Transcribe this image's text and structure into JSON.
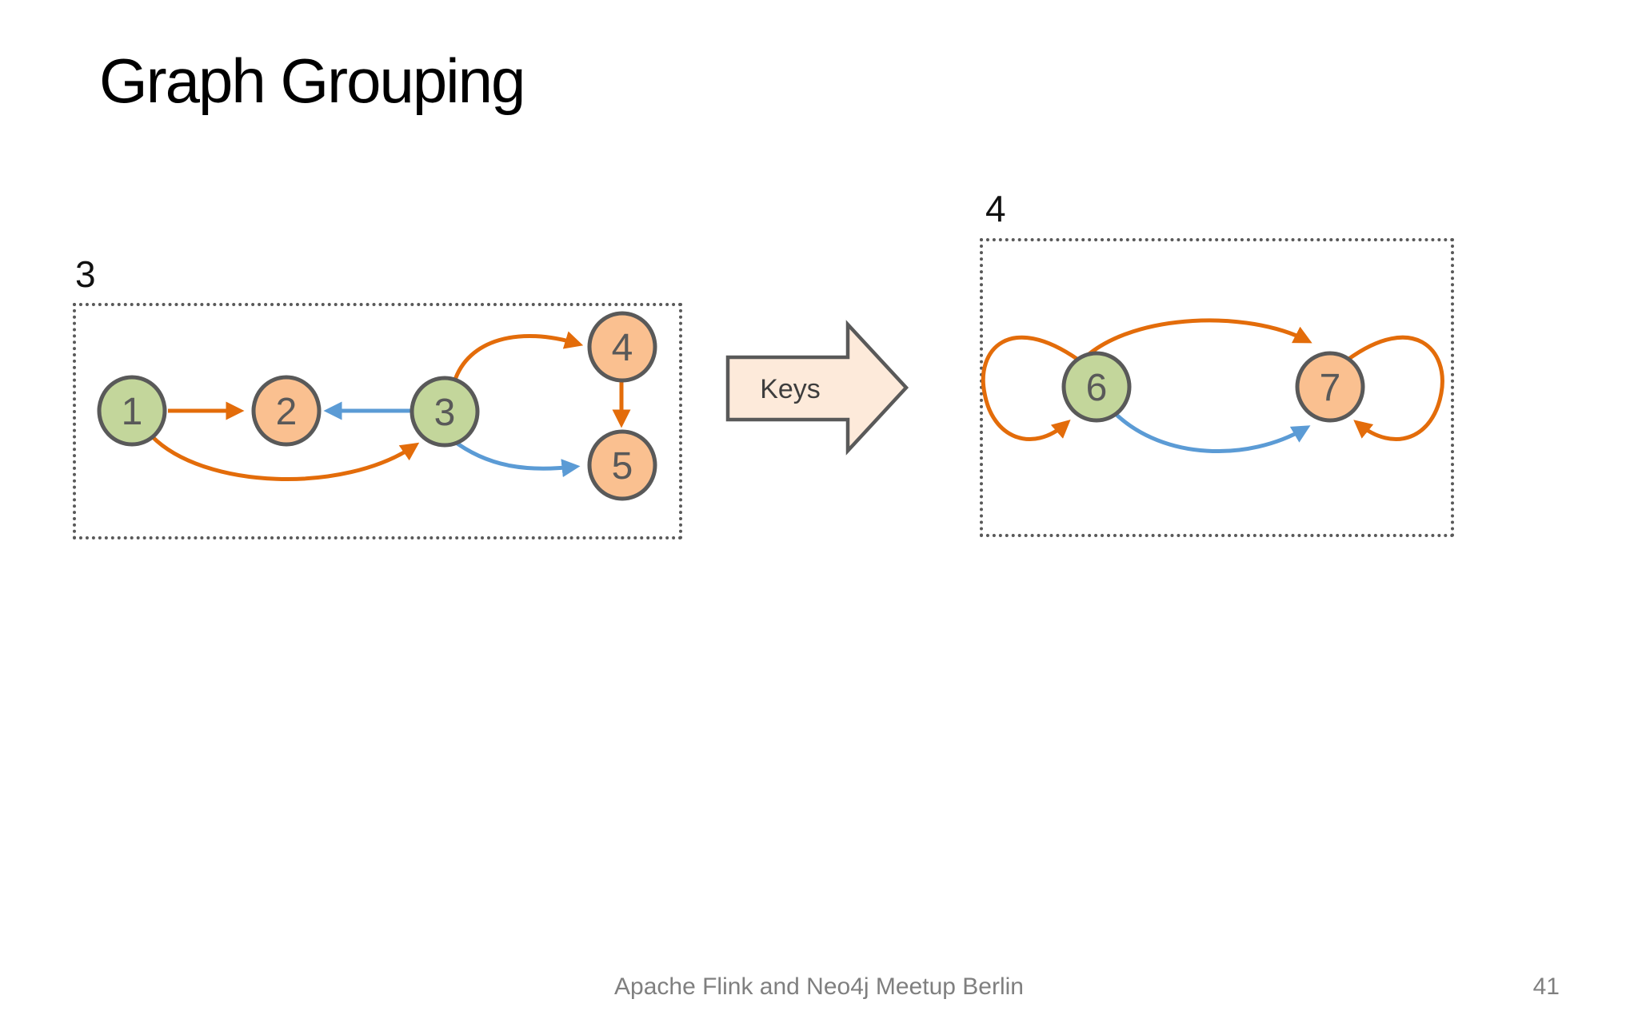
{
  "title": "Graph Grouping",
  "footer": {
    "text": "Apache Flink and Neo4j Meetup Berlin",
    "page_number": "41"
  },
  "transform_arrow": {
    "label": "Keys"
  },
  "left_graph": {
    "group_label": "3",
    "nodes": [
      {
        "id": "1",
        "label": "1",
        "fill": "green"
      },
      {
        "id": "2",
        "label": "2",
        "fill": "orange"
      },
      {
        "id": "3",
        "label": "3",
        "fill": "green"
      },
      {
        "id": "4",
        "label": "4",
        "fill": "orange"
      },
      {
        "id": "5",
        "label": "5",
        "fill": "orange"
      }
    ],
    "edges": [
      {
        "from": "1",
        "to": "2",
        "color": "orange"
      },
      {
        "from": "1",
        "to": "3",
        "color": "orange"
      },
      {
        "from": "3",
        "to": "2",
        "color": "blue"
      },
      {
        "from": "3",
        "to": "4",
        "color": "orange"
      },
      {
        "from": "4",
        "to": "5",
        "color": "orange"
      },
      {
        "from": "3",
        "to": "5",
        "color": "blue"
      }
    ]
  },
  "right_graph": {
    "group_label": "4",
    "nodes": [
      {
        "id": "6",
        "label": "6",
        "fill": "green"
      },
      {
        "id": "7",
        "label": "7",
        "fill": "orange"
      }
    ],
    "edges": [
      {
        "from": "6",
        "to": "6",
        "color": "orange"
      },
      {
        "from": "6",
        "to": "7",
        "color": "orange"
      },
      {
        "from": "6",
        "to": "7",
        "color": "blue"
      },
      {
        "from": "7",
        "to": "7",
        "color": "orange"
      }
    ]
  },
  "colors": {
    "green_node_fill": "#c3d69b",
    "orange_node_fill": "#fac090",
    "node_border": "#595959",
    "edge_orange": "#e36c0a",
    "edge_blue": "#5b9bd5",
    "arrow_fill": "#fdeada",
    "arrow_border": "#595959",
    "box_border": "#595959",
    "footer_color": "#7f7f7f"
  }
}
